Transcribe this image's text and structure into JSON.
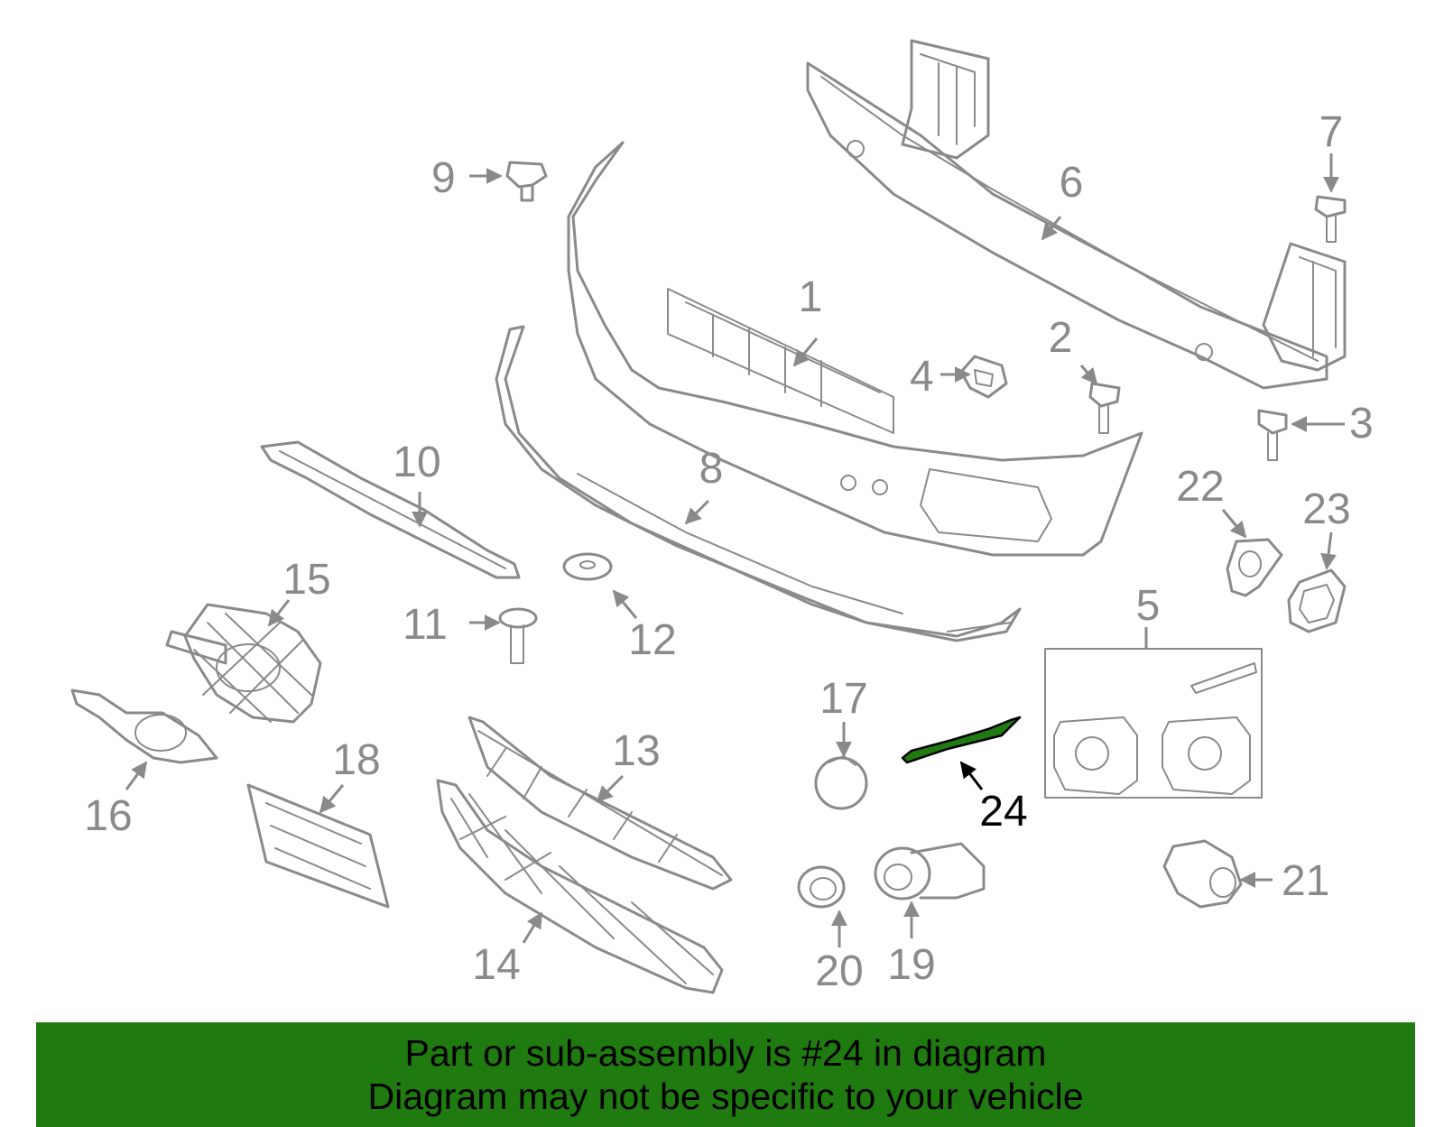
{
  "diagram": {
    "highlight_color": "#1f7a0f",
    "callouts": [
      {
        "id": "c1",
        "text": "1"
      },
      {
        "id": "c2",
        "text": "2"
      },
      {
        "id": "c3",
        "text": "3"
      },
      {
        "id": "c4",
        "text": "4"
      },
      {
        "id": "c5",
        "text": "5"
      },
      {
        "id": "c6",
        "text": "6"
      },
      {
        "id": "c7",
        "text": "7"
      },
      {
        "id": "c8",
        "text": "8"
      },
      {
        "id": "c9",
        "text": "9"
      },
      {
        "id": "c10",
        "text": "10"
      },
      {
        "id": "c11",
        "text": "11"
      },
      {
        "id": "c12",
        "text": "12"
      },
      {
        "id": "c13",
        "text": "13"
      },
      {
        "id": "c14",
        "text": "14"
      },
      {
        "id": "c15",
        "text": "15"
      },
      {
        "id": "c16",
        "text": "16"
      },
      {
        "id": "c17",
        "text": "17"
      },
      {
        "id": "c18",
        "text": "18"
      },
      {
        "id": "c19",
        "text": "19"
      },
      {
        "id": "c20",
        "text": "20"
      },
      {
        "id": "c21",
        "text": "21"
      },
      {
        "id": "c22",
        "text": "22"
      },
      {
        "id": "c23",
        "text": "23"
      },
      {
        "id": "c24",
        "text": "24"
      }
    ]
  },
  "banner": {
    "line1": "Part or sub-assembly is #24 in diagram",
    "line2": "Diagram may not be specific to your vehicle",
    "background": "#1f7a0f"
  }
}
